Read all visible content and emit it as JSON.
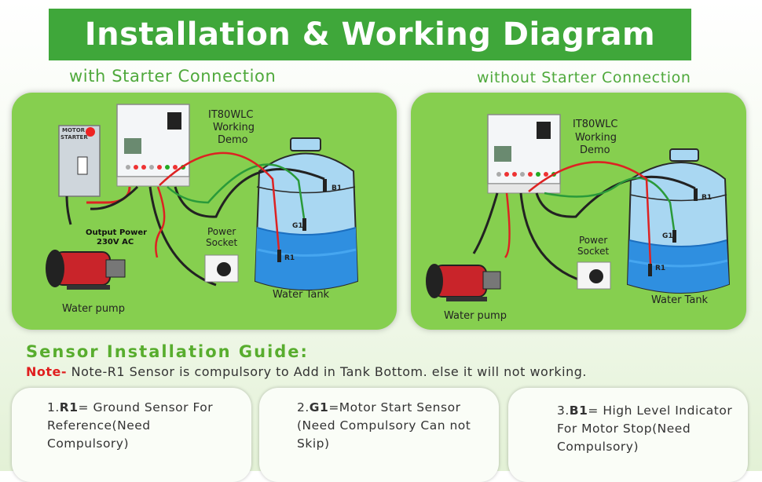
{
  "header": {
    "title": "Installation & Working Diagram"
  },
  "left_panel": {
    "heading": "with Starter Connection",
    "controller": "IT80WLC",
    "controller_sub1": "Working",
    "controller_sub2": "Demo",
    "starter_line1": "MOTOR",
    "starter_line2": "STARTER",
    "output_power_1": "Output Power",
    "output_power_2": "230V AC",
    "power_1": "Power",
    "power_2": "Socket",
    "tank": "Water Tank",
    "pump": "Water pump",
    "b1": "B1",
    "g1": "G1",
    "r1": "R1"
  },
  "right_panel": {
    "heading": "without Starter Connection",
    "controller": "IT80WLC",
    "controller_sub1": "Working",
    "controller_sub2": "Demo",
    "power_1": "Power",
    "power_2": "Socket",
    "tank": "Water Tank",
    "pump": "Water pump",
    "b1": "B1",
    "g1": "G1",
    "r1": "R1"
  },
  "guide": {
    "title": "Sensor Installation Guide:",
    "note_prefix": "Note-",
    "note_text": " Note-R1 Sensor is compulsory to Add in Tank Bottom. else it will not working."
  },
  "cards": [
    {
      "num": "1.",
      "key": "R1",
      "line1": "= Ground Sensor For",
      "line2": "Reference(Need",
      "line3": "Compulsory)"
    },
    {
      "num": "2.",
      "key": "G1",
      "line1": "=Motor Start Sensor",
      "line2": "(Need Compulsory Can not",
      "line3": "Skip)"
    },
    {
      "num": "3.",
      "key": "B1",
      "line1": "= High Level Indicator",
      "line2": "For Motor Stop(Need",
      "line3": "Compulsory)"
    }
  ],
  "colors": {
    "green_header": "#3fa73a",
    "panel": "#86cf4f",
    "water": "#2f8fe0",
    "note_red": "#e01f1f"
  }
}
